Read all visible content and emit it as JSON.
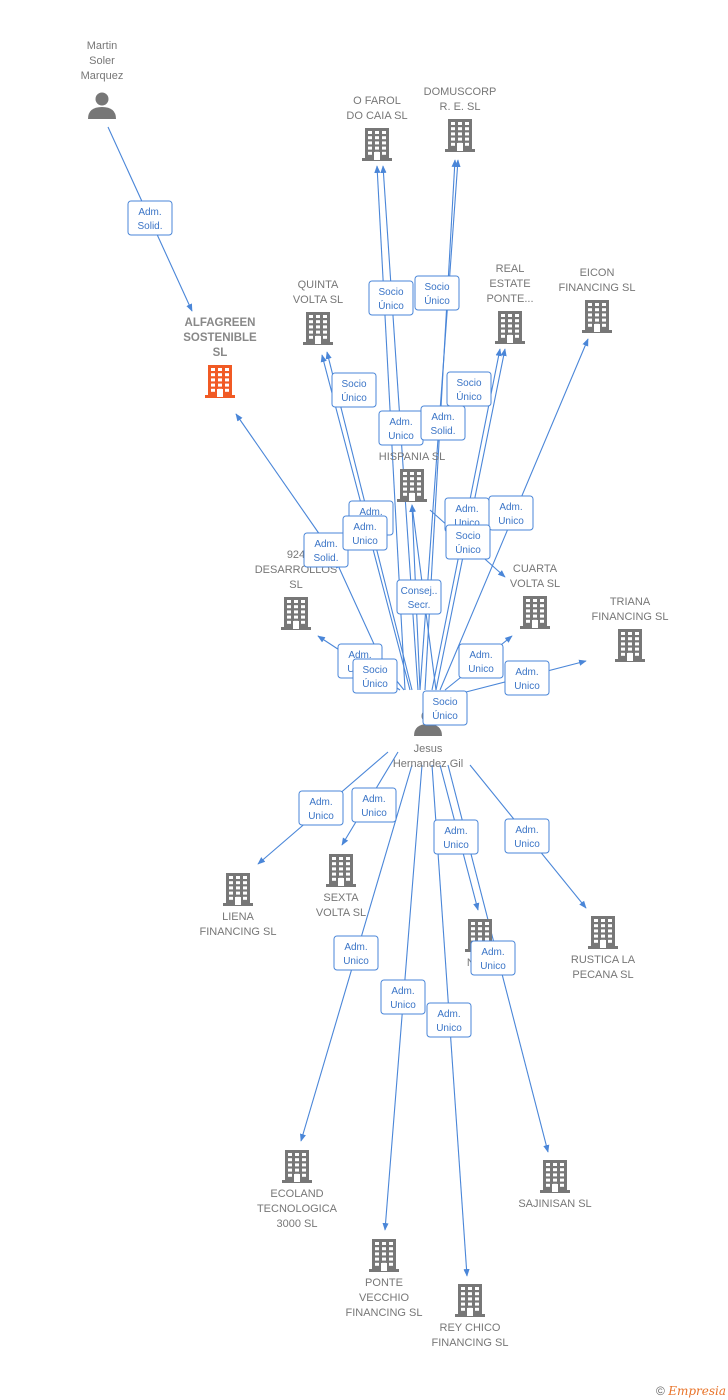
{
  "colors": {
    "edge": "#4a86d8",
    "company": "#777777",
    "focus_company": "#f15a24",
    "person": "#777777"
  },
  "icons": {
    "company": "building-icon",
    "person": "person-icon"
  },
  "nodes": [
    {
      "id": "martin",
      "type": "person",
      "label": [
        "Martin",
        "Soler",
        "Marquez"
      ]
    },
    {
      "id": "jesus",
      "type": "person",
      "label": [
        "Jesus",
        "Hernandez Gil"
      ]
    },
    {
      "id": "alfagreen",
      "type": "company",
      "focus": true,
      "label": [
        "ALFAGREEN",
        "SOSTENIBLE",
        "SL"
      ]
    },
    {
      "id": "ofarol",
      "type": "company",
      "label": [
        "O FAROL",
        "DO CAIA SL"
      ]
    },
    {
      "id": "domuscorp",
      "type": "company",
      "label": [
        "DOMUSCORP",
        "R. E. SL"
      ]
    },
    {
      "id": "quinta",
      "type": "company",
      "label": [
        "QUINTA",
        "VOLTA SL"
      ]
    },
    {
      "id": "realestate",
      "type": "company",
      "label": [
        "REAL",
        "ESTATE",
        "PONTE..."
      ]
    },
    {
      "id": "eicon",
      "type": "company",
      "label": [
        "EICON",
        "FINANCING SL"
      ]
    },
    {
      "id": "hispania",
      "type": "company",
      "label": [
        "HISPANIA SL"
      ]
    },
    {
      "id": "desarrollos",
      "type": "company",
      "label": [
        "924",
        "DESARROLLOS",
        "SL"
      ]
    },
    {
      "id": "cuarta",
      "type": "company",
      "label": [
        "CUARTA",
        "VOLTA SL"
      ]
    },
    {
      "id": "triana",
      "type": "company",
      "label": [
        "TRIANA",
        "FINANCING SL"
      ]
    },
    {
      "id": "liena",
      "type": "company",
      "label": [
        "LIENA",
        "FINANCING SL"
      ]
    },
    {
      "id": "sexta",
      "type": "company",
      "label": [
        "SEXTA",
        "VOLTA SL"
      ]
    },
    {
      "id": "nine",
      "type": "company",
      "label": [
        "NINE"
      ]
    },
    {
      "id": "rustica",
      "type": "company",
      "label": [
        "RUSTICA LA",
        "PECANA SL"
      ]
    },
    {
      "id": "ecoland",
      "type": "company",
      "label": [
        "ECOLAND",
        "TECNOLOGICA",
        "3000 SL"
      ]
    },
    {
      "id": "sajinisan",
      "type": "company",
      "label": [
        "SAJINISAN SL"
      ]
    },
    {
      "id": "ponte",
      "type": "company",
      "label": [
        "PONTE",
        "VECCHIO",
        "FINANCING SL"
      ]
    },
    {
      "id": "reychico",
      "type": "company",
      "label": [
        "REY CHICO",
        "FINANCING SL"
      ]
    }
  ],
  "edges": [
    {
      "from": "martin",
      "to": "alfagreen",
      "label": [
        "Adm.",
        "Solid."
      ]
    },
    {
      "from": "jesus",
      "to": "alfagreen",
      "label": [
        "Adm.",
        "Solid."
      ]
    },
    {
      "from": "jesus",
      "to": "ofarol",
      "label": [
        "Socio",
        "Único"
      ]
    },
    {
      "from": "jesus",
      "to": "domuscorp",
      "label": [
        "Socio",
        "Único"
      ]
    },
    {
      "from": "jesus",
      "to": "quinta",
      "label": [
        "Socio",
        "Único"
      ]
    },
    {
      "from": "jesus",
      "to": "realestate",
      "label": [
        "Socio",
        "Único"
      ]
    },
    {
      "from": "jesus",
      "to": "ofarol",
      "label": [
        "Adm.",
        "Unico"
      ]
    },
    {
      "from": "jesus",
      "to": "domuscorp",
      "label": [
        "Adm.",
        "Solid."
      ]
    },
    {
      "from": "jesus",
      "to": "quinta",
      "label": [
        "Adm.",
        "Unico"
      ]
    },
    {
      "from": "jesus",
      "to": "eicon",
      "label": [
        "Adm.",
        "Unico"
      ]
    },
    {
      "from": "jesus",
      "to": "realestate",
      "label": [
        "Adm.",
        "Unico"
      ]
    },
    {
      "from": "jesus",
      "to": "cuarta",
      "label": [
        "Socio",
        "Único"
      ]
    },
    {
      "from": "jesus",
      "to": "desarrollos",
      "label": [
        "Adm.",
        "Unico"
      ]
    },
    {
      "from": "jesus",
      "to": "hispania",
      "label": [
        "Consej..",
        "Secr."
      ]
    },
    {
      "from": "jesus",
      "to": "desarrollos",
      "label": [
        "Adm.",
        "Unico"
      ]
    },
    {
      "from": "jesus",
      "to": "desarrollos",
      "label": [
        "Socio",
        "Único"
      ]
    },
    {
      "from": "jesus",
      "to": "cuarta",
      "label": [
        "Adm.",
        "Unico"
      ]
    },
    {
      "from": "jesus",
      "to": "triana",
      "label": [
        "Adm.",
        "Unico"
      ]
    },
    {
      "from": "jesus",
      "to": "hispania",
      "label": [
        "Socio",
        "Único"
      ]
    },
    {
      "from": "jesus",
      "to": "liena",
      "label": [
        "Adm.",
        "Unico"
      ]
    },
    {
      "from": "jesus",
      "to": "sexta",
      "label": [
        "Adm.",
        "Unico"
      ]
    },
    {
      "from": "jesus",
      "to": "nine",
      "label": [
        "Adm.",
        "Unico"
      ]
    },
    {
      "from": "jesus",
      "to": "rustica",
      "label": [
        "Adm.",
        "Unico"
      ]
    },
    {
      "from": "jesus",
      "to": "sajinisan",
      "label": [
        "Adm.",
        "Unico"
      ]
    },
    {
      "from": "jesus",
      "to": "ecoland",
      "label": [
        "Adm.",
        "Unico"
      ]
    },
    {
      "from": "jesus",
      "to": "ponte",
      "label": [
        "Adm.",
        "Unico"
      ]
    },
    {
      "from": "jesus",
      "to": "reychico",
      "label": [
        "Adm.",
        "Unico"
      ]
    }
  ],
  "footer": {
    "copyright": "©",
    "brand": "Empresia"
  }
}
